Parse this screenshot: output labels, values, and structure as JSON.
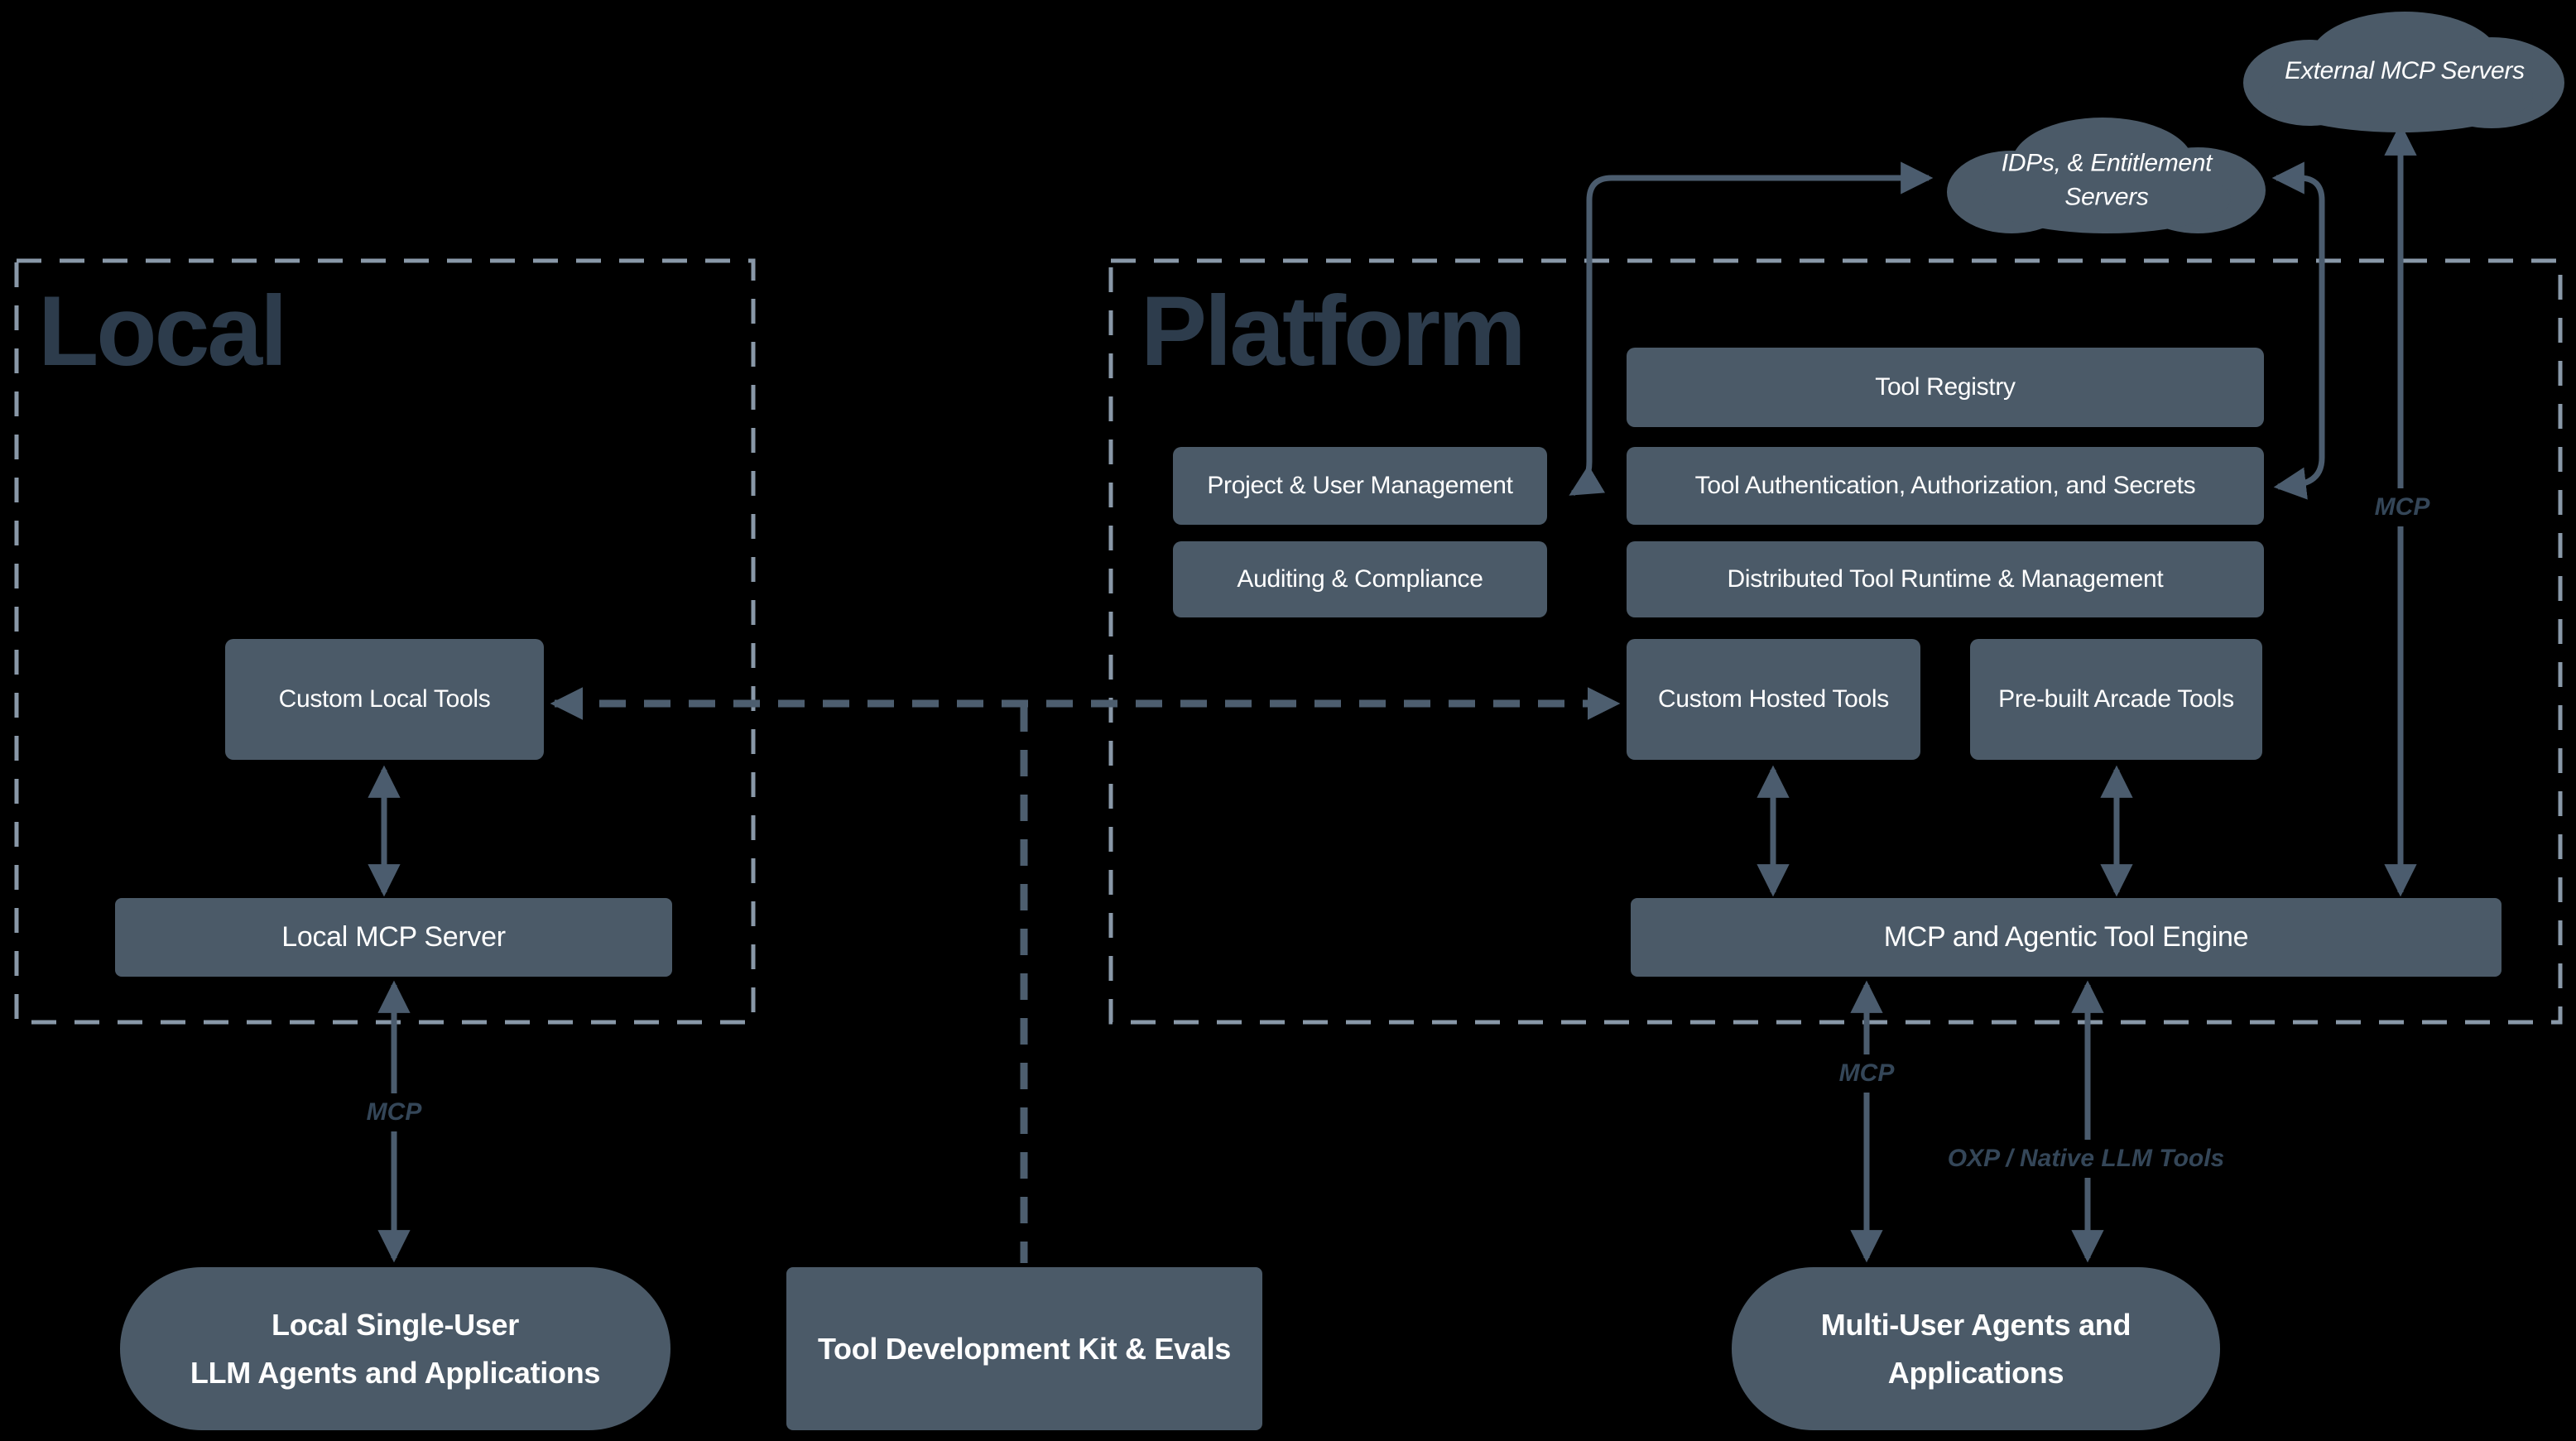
{
  "colors": {
    "background": "#000000",
    "node_fill": "#4b5a68",
    "node_text": "#ffffff",
    "region_title": "#2d3c4c",
    "region_border": "#8998a8",
    "connector": "#4b5c6e",
    "edge_label_text": "#344658"
  },
  "regions": {
    "local": {
      "title": "Local"
    },
    "platform": {
      "title": "Platform"
    }
  },
  "clouds": {
    "external_mcp": {
      "label": "External MCP Servers"
    },
    "idps": {
      "label_line1": "IDPs, & Entitlement",
      "label_line2": "Servers"
    }
  },
  "local": {
    "custom_local_tools": "Custom Local Tools",
    "local_mcp_server": "Local MCP Server"
  },
  "platform": {
    "tool_registry": "Tool Registry",
    "project_user_management": "Project & User Management",
    "tool_auth": "Tool Authentication, Authorization, and Secrets",
    "auditing_compliance": "Auditing & Compliance",
    "distributed_runtime": "Distributed Tool Runtime & Management",
    "custom_hosted_tools": "Custom Hosted Tools",
    "prebuilt_arcade_tools": "Pre-built Arcade Tools",
    "engine": "MCP and Agentic Tool Engine"
  },
  "bottom": {
    "local_agents_line1": "Local Single-User",
    "local_agents_line2": "LLM Agents and Applications",
    "tool_dev_kit": "Tool Development Kit & Evals",
    "multi_user_line1": "Multi-User Agents and",
    "multi_user_line2": "Applications"
  },
  "edge_labels": {
    "local_mcp": "MCP",
    "engine_mcp": "MCP",
    "external_mcp": "MCP",
    "oxp": "OXP / Native LLM Tools"
  }
}
